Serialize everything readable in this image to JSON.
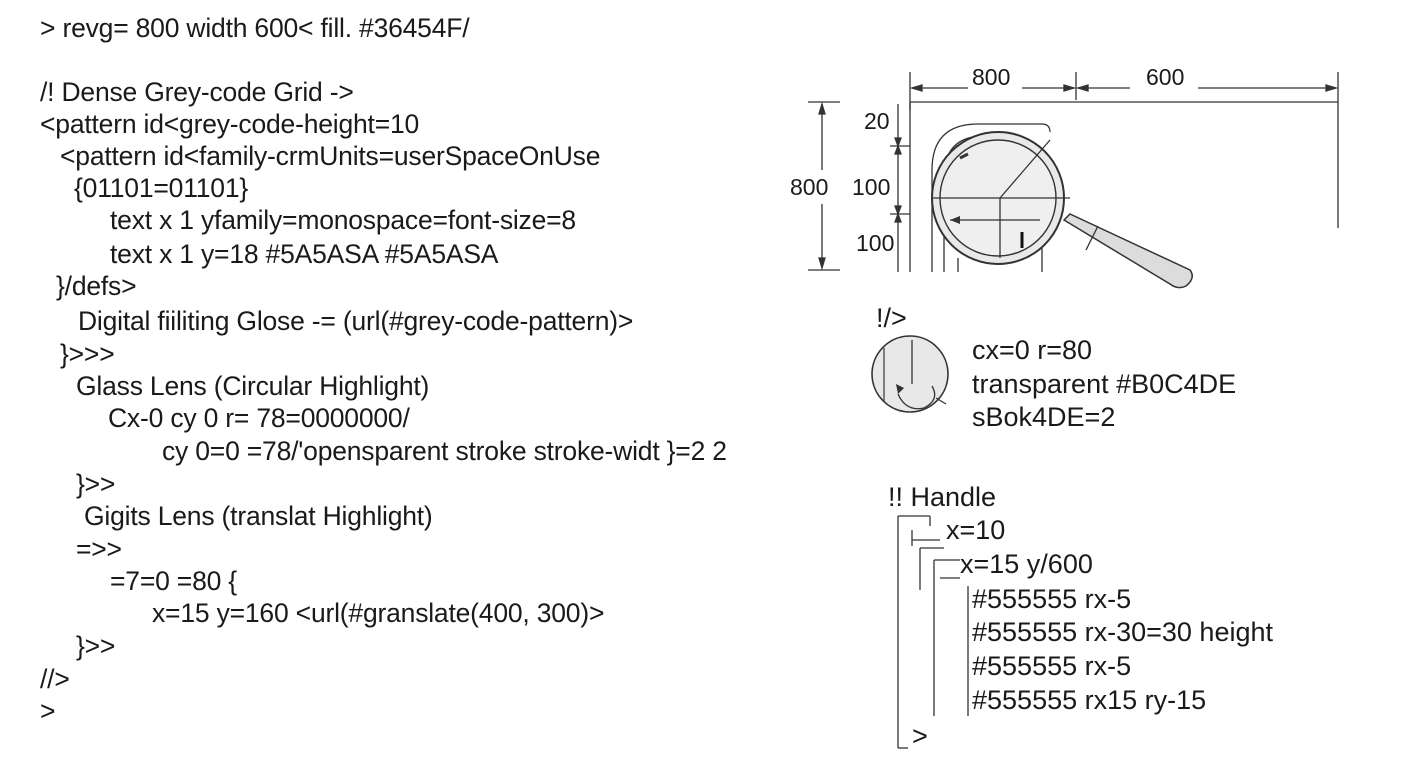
{
  "code_lines": [
    "> revg= 800  width 600<  fill. #36454F/",
    "/! Dense Grey-code Grid ->",
    "<pattern id<grey-code-height=10",
    "<pattern id<family-crmUnits=userSpaceOnUse",
    "{01101=01101}",
    "text x 1 yfamily=monospace=font-size=8",
    "text x 1 y=18      #5A5ASA     #5A5ASA",
    "}/defs>",
    "Digital fiiliting Glose -= (url(#grey-code-pattern)>",
    "}>>>",
    "Glass Lens (Circular Highlight)",
    "Cx-0 cy 0 r= 78=0000000/",
    "cy 0=0 =78/'opensparent stroke  stroke-widt }=2 2",
    "}>>",
    "Gigits Lens (translat Highlight)",
    "=>>",
    "=7=0 =80 {",
    "x=15 y=160 <url(#granslate(400, 300)>",
    "}>>",
    "//>",
    ">"
  ],
  "diagram": {
    "top_dims": [
      "800",
      "600"
    ],
    "left_dims": [
      "20",
      "100",
      "100"
    ],
    "outer_dim": "800",
    "close_tag": "!/>",
    "lens_notes": [
      "cx=0 r=80",
      "transparent #B0C4DE",
      "sBok4DE=2"
    ],
    "handle_title": "!! Handle",
    "handle_notes": [
      "x=10",
      "x=15 y/600",
      "#555555  rx-5",
      "#555555  rx-30=30 height",
      "#555555  rx-5",
      "#555555  rx15  ry-15"
    ],
    "handle_end": ">"
  },
  "colors": {
    "ink": "#1a1a1a",
    "lens_fill": "#e6e6e6",
    "line": "#333333"
  },
  "icons": [
    "magnifier-icon",
    "lens-circle-icon",
    "tree-connector-icon"
  ]
}
